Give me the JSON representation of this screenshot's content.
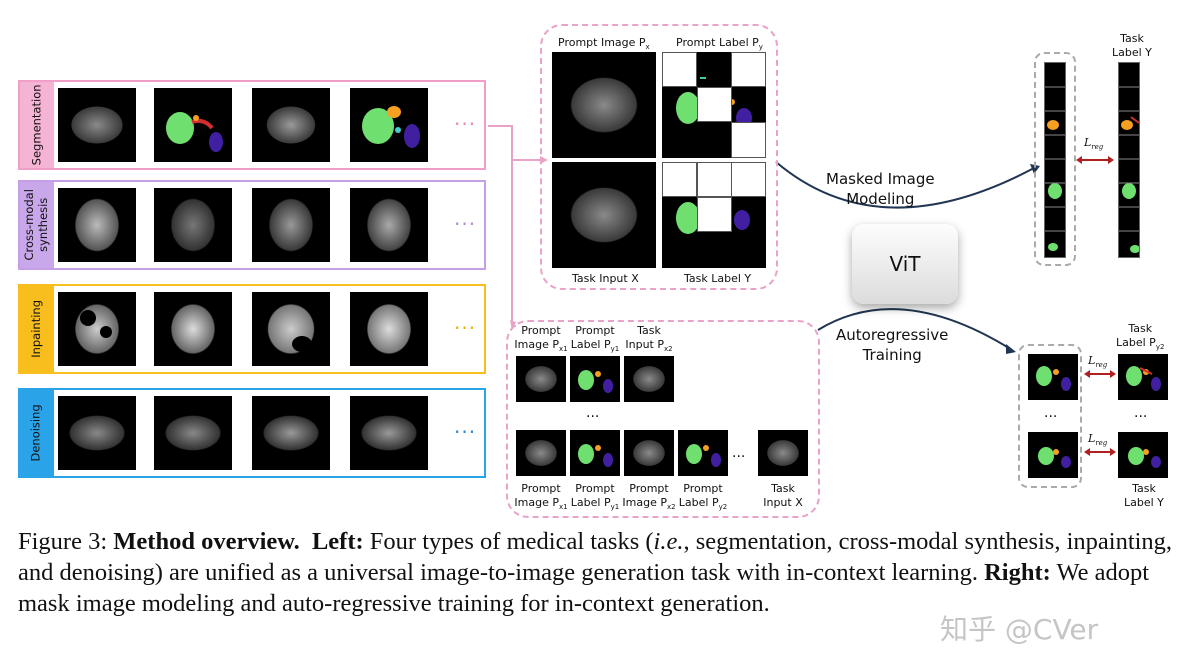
{
  "rows": [
    {
      "label": "Segmentation",
      "color": "#f0a0c8",
      "dots": "···",
      "dotcolor": "#e48ab8"
    },
    {
      "label": "Cross-modal\nsynthesis",
      "color": "#c3a0e6",
      "dots": "···",
      "dotcolor": "#b58ad8"
    },
    {
      "label": "Inpainting",
      "color": "#f7be1e",
      "dots": "···",
      "dotcolor": "#f0b000"
    },
    {
      "label": "Denoising",
      "color": "#2aa3e8",
      "dots": "···",
      "dotcolor": "#2a8ad8"
    }
  ],
  "top_panel": {
    "prompt_image": "Prompt Image P",
    "prompt_image_sub": "x",
    "prompt_label": "Prompt Label P",
    "prompt_label_sub": "y",
    "task_input": "Task Input X",
    "task_label": "Task Label Y"
  },
  "bottom_panel": {
    "row1": [
      {
        "l1": "Prompt",
        "l2": "Image P",
        "sub": "x1"
      },
      {
        "l1": "Prompt",
        "l2": "Label P",
        "sub": "y1"
      },
      {
        "l1": "Task",
        "l2": "Input P",
        "sub": "x2"
      }
    ],
    "row2": [
      {
        "l1": "Prompt",
        "l2": "Image P",
        "sub": "x1"
      },
      {
        "l1": "Prompt",
        "l2": "Label P",
        "sub": "y1"
      },
      {
        "l1": "Prompt",
        "l2": "Image P",
        "sub": "x2"
      },
      {
        "l1": "Prompt",
        "l2": "Label P",
        "sub": "y2"
      },
      {
        "l1": "Task",
        "l2": "Input X",
        "sub": ""
      }
    ],
    "ellipsis": "...",
    "row_ellipsis": "..."
  },
  "middle": {
    "masked": "Masked Image\nModeling",
    "vit": "ViT",
    "autoreg": "Autoregressive\nTraining"
  },
  "right_top": {
    "task_label": "Task\nLabel Y",
    "loss": "L",
    "loss_sub": "reg"
  },
  "right_bottom": {
    "top_label_l1": "Task",
    "top_label_l2": "Label P",
    "top_label_sub": "y2",
    "bottom_label": "Task\nLabel Y",
    "loss": "L",
    "loss_sub": "reg",
    "ellipsis_left": "...",
    "ellipsis_right": "..."
  },
  "caption": {
    "prefix": "Figure 3: ",
    "title": "Method overview.",
    "left_tag": "Left:",
    "left_text_a": " Four types of medical tasks (",
    "ie": "i.e.",
    "left_text_b": ", segmentation, cross-modal synthesis, inpainting, and denoising) are unified as a universal image-to-image generation task with in-context learning. ",
    "right_tag": "Right:",
    "right_text": " We adopt mask image modeling and auto-regressive training for in-context generation."
  },
  "watermark": "知乎 @CVer",
  "colors": {
    "pink_dash": "#e9a3c8",
    "arrow": "#e9a3c8",
    "curve": "#1f3552",
    "loss_arrow": "#b02020",
    "green": "#6fe06f",
    "orange": "#f5a020",
    "purple": "#4020a0",
    "red": "#d03030"
  }
}
